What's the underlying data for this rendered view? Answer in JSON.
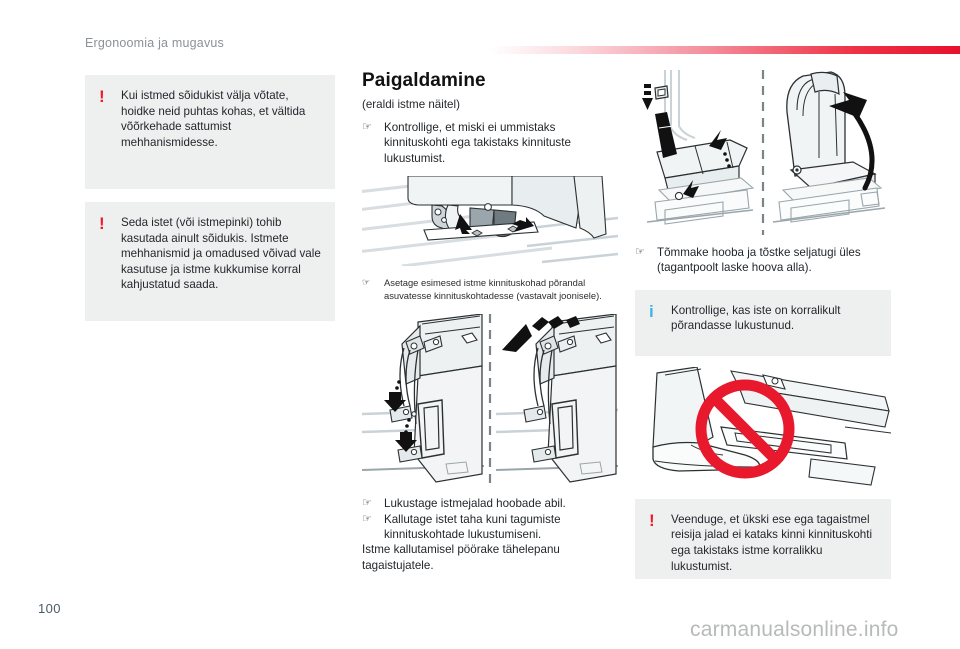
{
  "header": {
    "title": "Ergonoomia ja mugavus",
    "rule_color": "#e8112d"
  },
  "left_column": {
    "boxes": [
      {
        "type": "warning",
        "icon": "warning-exclamation-icon",
        "icon_glyph": "!",
        "icon_color": "#ed1b2f",
        "text": "Kui istmed sõidukist välja võtate, hoidke neid puhtas kohas, et vältida võõrkehade sattumist mehhanismidesse."
      },
      {
        "type": "warning",
        "icon": "warning-exclamation-icon",
        "icon_glyph": "!",
        "icon_color": "#ed1b2f",
        "text": "Seda istet (või istmepinki) tohib kasutada ainult sõidukis. Istmete mehhanismid ja omadused võivad vale kasutuse ja istme kukkumise korral kahjustatud saada."
      }
    ]
  },
  "middle_column": {
    "heading": "Paigaldamine",
    "subtitle": "(eraldi istme näitel)",
    "bullet_glyph": "☞",
    "bullets_top": [
      "Kontrollige, et miski ei ummistaks kinnituskohti ega takistaks kinnituste lukustumist."
    ],
    "figure_1": {
      "name": "seat-floor-anchor-points-figure",
      "caption": "Asetage esimesed istme kinnituskohad põrandal asuvatesse kinnituskohtadesse (vastavalt joonisele)."
    },
    "figure_2": {
      "name": "seat-leg-locking-two-panel-figure"
    },
    "bullets_bottom": [
      "Lukustage istmejalad hoobade abil.",
      "Kallutage istet taha kuni tagumiste kinnituskohtade lukustumiseni."
    ],
    "closing_text": "Istme kallutamisel pöörake tähelepanu tagaistujatele."
  },
  "right_column": {
    "figure_1": {
      "name": "seat-backrest-raise-two-panel-figure"
    },
    "bullet_glyph": "☞",
    "bullets": [
      "Tõmmake hooba ja tõstke seljatugi üles (tagantpoolt laske hoova alla)."
    ],
    "info_box": {
      "type": "info",
      "icon": "info-i-icon",
      "icon_glyph": "i",
      "icon_color": "#3fb3e3",
      "text": "Kontrollige, kas iste on korralikult põrandasse lukustunud."
    },
    "figure_2": {
      "name": "no-foot-on-seat-rail-prohibition-figure",
      "prohibition_color": "#e8192c"
    },
    "warning_box": {
      "type": "warning",
      "icon": "warning-exclamation-icon",
      "icon_glyph": "!",
      "icon_color": "#ed1b2f",
      "text": "Veenduge, et ükski ese ega tagaistmel reisija jalad ei kataks kinni kinnituskohti ega takistaks istme korralikku lukustumist."
    }
  },
  "footer": {
    "page_number": "100",
    "watermark": "carmanualsonline.info"
  }
}
